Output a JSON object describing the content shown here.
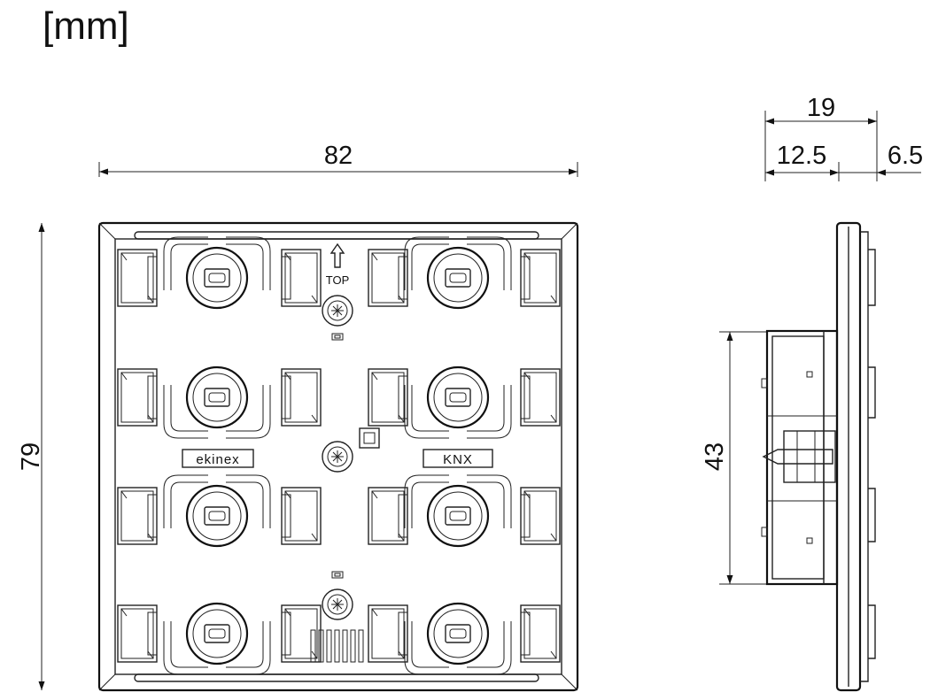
{
  "unit_label": "[mm]",
  "dimensions": {
    "front_width": "82",
    "front_height": "79",
    "side_total_depth": "19",
    "side_body_depth": "12.5",
    "side_front_depth": "6.5",
    "side_body_height": "43"
  },
  "markings": {
    "top_label": "TOP",
    "brand_logo": "ekinex",
    "knx_logo": "KNX"
  },
  "colors": {
    "line": "#222222",
    "background": "#ffffff"
  }
}
